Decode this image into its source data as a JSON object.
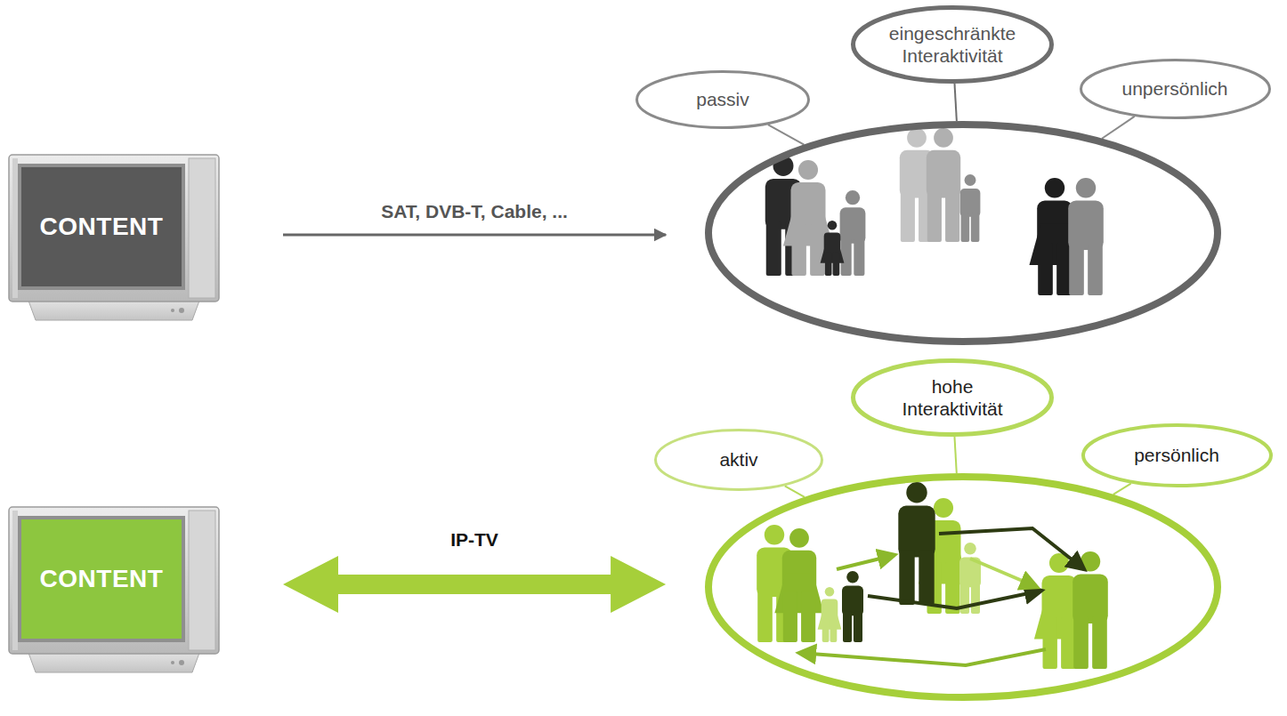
{
  "diagram": {
    "nodes": [
      {
        "text": [
          "CONTENT"
        ]
      },
      {
        "text": [
          "passiv"
        ]
      },
      {
        "text": [
          "eingeschränkte Interaktivität"
        ]
      },
      {
        "text": [
          "unpersönlich"
        ]
      },
      {
        "text": []
      },
      {
        "text": [
          "CONTENT"
        ]
      },
      {
        "text": [
          "aktiv"
        ]
      },
      {
        "text": [
          "hohe Interaktivität"
        ]
      },
      {
        "text": [
          "persönlich"
        ]
      },
      {
        "text": []
      }
    ],
    "edges": [
      {
        "from": 0,
        "to": 4,
        "label": "SAT, DVB-T, Cable, ...",
        "arrow": "to"
      },
      {
        "from": 1,
        "to": 4,
        "arrow": "none"
      },
      {
        "from": 2,
        "to": 4,
        "arrow": "none"
      },
      {
        "from": 3,
        "to": 4,
        "arrow": "none"
      },
      {
        "from": 5,
        "to": 9,
        "label": "IP-TV",
        "arrow": "both"
      },
      {
        "from": 6,
        "to": 9,
        "arrow": "none"
      },
      {
        "from": 7,
        "to": 9,
        "arrow": "none"
      },
      {
        "from": 8,
        "to": 9,
        "arrow": "none"
      }
    ]
  }
}
